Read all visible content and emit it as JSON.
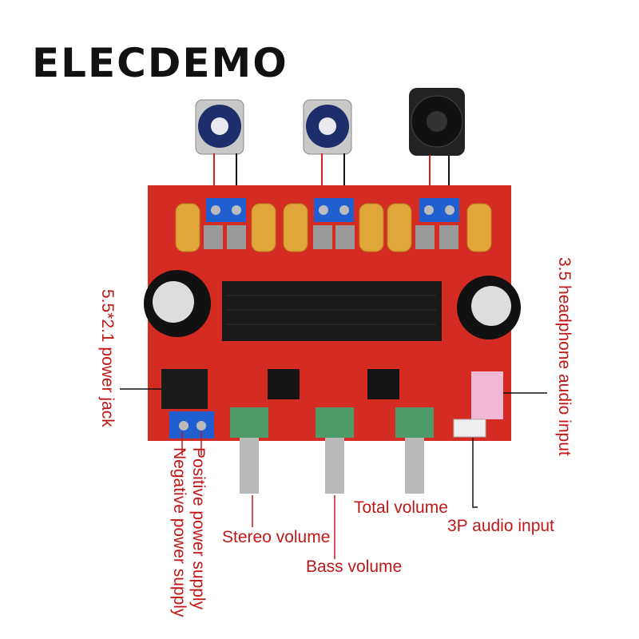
{
  "brand": "ELECDEMO",
  "labels": {
    "power_jack": "5.5*2.1 power jack",
    "headphone_input": "3.5 headphone audio input",
    "positive_supply": "Positive power supply",
    "negative_supply": "Negative power supply",
    "stereo_volume": "Stereo volume",
    "bass_volume": "Bass volume",
    "total_volume": "Total volume",
    "audio_3p_input": "3P audio input"
  },
  "colors": {
    "pcb": "#d42b22",
    "label_text": "#c01818",
    "heatsink": "#1a1a1a",
    "terminal": "#1f5fd0",
    "inductor": "#e0a63a",
    "pot": "#4e9b6a"
  }
}
